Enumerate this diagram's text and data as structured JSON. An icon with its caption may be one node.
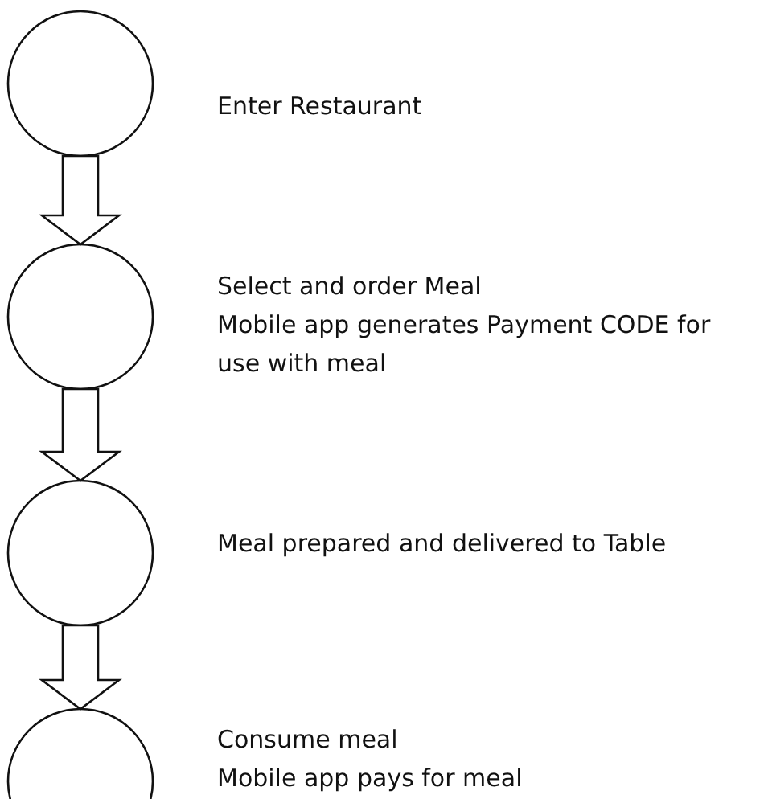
{
  "diagram": {
    "nodes": [
      {
        "text": [],
        "shape": "circle",
        "beside": [
          "Enter Restaurant"
        ]
      },
      {
        "text": [],
        "shape": "circle",
        "beside": [
          "Select and order Meal",
          "Mobile app generates Payment CODE for use with meal"
        ]
      },
      {
        "text": [],
        "shape": "circle",
        "beside": [
          "Meal prepared and delivered to Table"
        ]
      },
      {
        "text": [],
        "shape": "circle",
        "beside": [
          "Consume meal",
          "Mobile app pays for meal"
        ]
      }
    ],
    "edges": [
      {
        "from": 0,
        "to": 1,
        "arrow": "to"
      },
      {
        "from": 1,
        "to": 2,
        "arrow": "to"
      },
      {
        "from": 2,
        "to": 3,
        "arrow": "to"
      }
    ]
  }
}
